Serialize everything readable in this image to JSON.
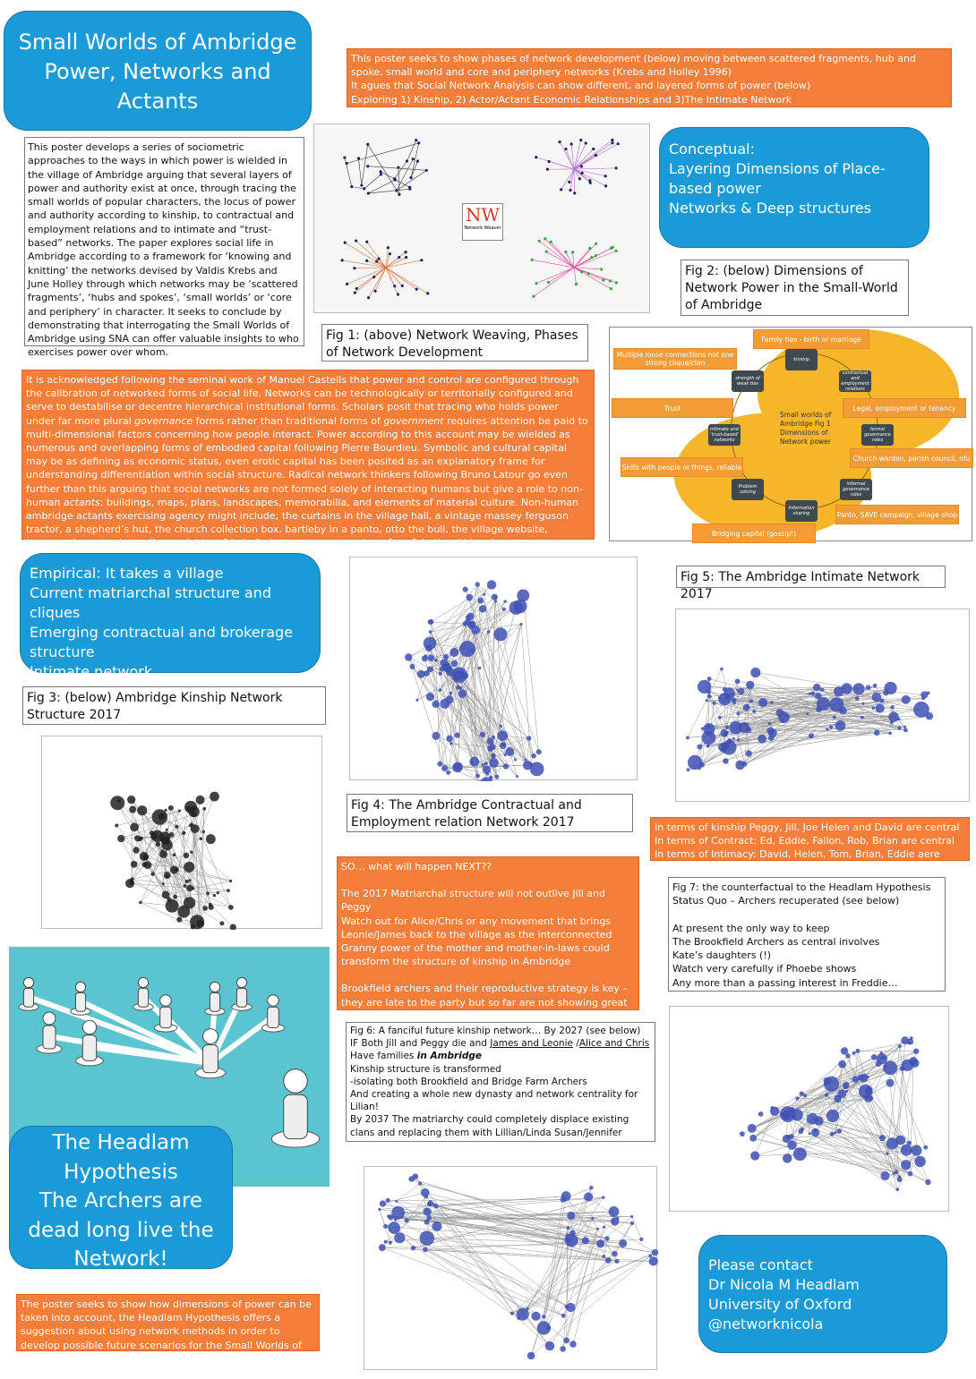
{
  "title": {
    "line1": "Small Worlds of Ambridge",
    "line2": "Power, Networks and",
    "line3": "Actants"
  },
  "intro_orange": [
    "This poster seeks to show phases of network development (below) moving between scattered fragments, hub and spoke, small world and core and periphery networks (Krebs and Holley 1996)",
    "It agues that Social Network Analysis can show different, and layered forms of power (below)",
    "Exploring 1) Kinship, 2) Actor/Actant Economic Relationships and 3)The Intimate Network"
  ],
  "abstract": "This poster develops a series of sociometric approaches to the ways in which power is wielded in the village of Ambridge arguing that several layers of power and authority exist at once, through tracing the small worlds of popular characters, the locus of power and authority according to kinship, to contractual and employment relations and to intimate and “trust-based” networks. The paper explores social life in Ambridge according to a framework for ‘knowing and knitting’ the networks devised by Valdis Krebs and June Holley through which networks may be ‘scattered fragments’, ‘hubs and spokes’, ‘small worlds’ or ‘core and periphery’ in character. It seeks to conclude by demonstrating that interrogating the Small Worlds of Ambridge using SNA can offer valuable insights to who exercises power over whom.",
  "fig1": {
    "logo_text": "Network Weaver",
    "logo_letters": "NW",
    "caption": "Fig 1: (above) Network Weaving, Phases of Network Development"
  },
  "conceptual": {
    "lines": [
      "Conceptual:",
      "Layering Dimensions of Place-based power",
      "Networks & Deep structures"
    ]
  },
  "fig2": {
    "caption": "Fig 2: (below) Dimensions of Network Power in the Small-World of Ambridge",
    "center": "Small worlds of Ambridge Fig 1 Dimensions of Network power",
    "nodes": [
      "kinship",
      "contractual and employment relations",
      "formal governance roles",
      "informal governance roles",
      "Information sharing",
      "Problem solving",
      "intimate and 'trust-based' networks",
      "strength of weak ties"
    ],
    "labels": [
      "Family ties - birth or marriage",
      "Multiple loose connections not one strong clique/clan",
      "Trust",
      "Legal, employment or tenancy",
      "Church warden, parish council, nfu",
      "Skills with people or things, reliable",
      "Panto, SAVE campaign, village shop",
      "Bridging capital (gossip!)"
    ]
  },
  "castells": {
    "parts": [
      "It is acknowledged following the seminal work of Manuel Castells that power and control are configured through the calibration of networked forms of social life. Networks can be technologically or territorially configured and serve to destabilise or decentre hierarchical institutional forms.  Scholars posit that tracing who holds power under far more plural ",
      "governance",
      " forms rather than traditional forms of ",
      "government",
      " requires attention be paid to multi-dimensional factors concerning how people interact. Power according to this account may be wielded as numerous and overlapping forms of embodied capital following Pierre Bourdieu. Symbolic and cultural capital may be as defining as economic status, even erotic capital has been posited as an explanatory frame for understanding differentiation within social structure.   Radical network thinkers following Bruno Latour go even further than this arguing that social networks are not formed solely of interacting humans but give a role to non-human ",
      "actants",
      "; buildings, maps, plans, landscapes, memorabilia, and elements of material culture.   Non-human ambridge actants exercising agency might include; the curtains in the village hall, a vintage massey ferguson tractor, a shepherd’s hut, the church collection box, bartleby in a panto, otto the bull, the village website, homemade custard, carol’s special tea, frieda fry’s tree, or any number of useful other ‘things’."
    ]
  },
  "empirical": {
    "lines": [
      "Empirical: It takes a village",
      "Current matriarchal structure and cliques",
      "Emerging contractual and brokerage structure",
      "Intimate network"
    ]
  },
  "fig3": {
    "caption": "Fig 3: (below) Ambridge Kinship Network Structure 2017"
  },
  "fig4": {
    "caption": "Fig 4: The Ambridge  Contractual and Employment relation Network 2017"
  },
  "fig5": {
    "caption": "Fig 5: The Ambridge Intimate Network 2017"
  },
  "central": [
    "In terms of kinship  Peggy, Jill, Joe Helen and David are central",
    "In terms of Contract: Ed, Eddie, Fallon, Rob, Brian are central",
    "In terms of Intimacy: David, Helen, Tom, Brian, Eddie aere central"
  ],
  "next": [
    "SO… what will happen NEXT??",
    "",
    "The 2017 Matriarchal structure will not outlive Jill and Peggy",
    "Watch out for Alice/Chris or any movement that brings Leonie/James back to the village as the interconnected Granny power of the  mother and mother-in-laws could transform the structure of kinship in Ambridge",
    "",
    "Brookfield archers and their reproductive strategy is key – they are late to the party but so far are not showing great skills in this regard"
  ],
  "fig7": [
    "Fig 7: the counterfactual to the Headlam Hypothesis",
    "Status Quo – Archers recuperated (see below)",
    "",
    "At present the only way to keep",
    "The Brookfield Archers as central involves",
    "Kate’s daughters (!)",
    "Watch very carefully if Phoebe shows",
    "Any more than a passing interest in Freddie…"
  ],
  "fig6": {
    "l1": "Fig 6: A fanciful future kinship  network… By 2027 (see below)",
    "l2a": "IF Both Jill and Peggy die and ",
    "l2b": "James and Leonie",
    "l2c": " /",
    "l2d": "Alice and Chris",
    "l3a": "Have families ",
    "l3b": "in Ambridge",
    "rest": [
      "Kinship structure is transformed",
      "-isolating both Brookfield  and Bridge Farm Archers",
      "And creating a whole new dynasty and network centrality for Lilian!",
      "By 2037 The matriarchy could completely displace existing clans  and replacing them with Lillian/Linda Susan/Jennifer"
    ]
  },
  "headlam": {
    "lines": [
      "The Headlam",
      "Hypothesis",
      "The Archers are",
      "dead long live the",
      "Network!"
    ]
  },
  "summary": "The poster seeks to show how dimensions of power can be taken into account, the Headlam Hypothesis offers a suggestion about using network methods in order to develop possible future scenarios for the Small Worlds of Ambridge",
  "contact": {
    "lines": [
      "Please contact",
      "Dr Nicola M Headlam",
      "University of Oxford",
      "@networknicola"
    ]
  },
  "colors": {
    "blue": "#1a9ad6",
    "orange": "#f47e3a",
    "node": "#3f51b5",
    "amber": "#f7b52a",
    "teal": "#5bc4d1"
  }
}
